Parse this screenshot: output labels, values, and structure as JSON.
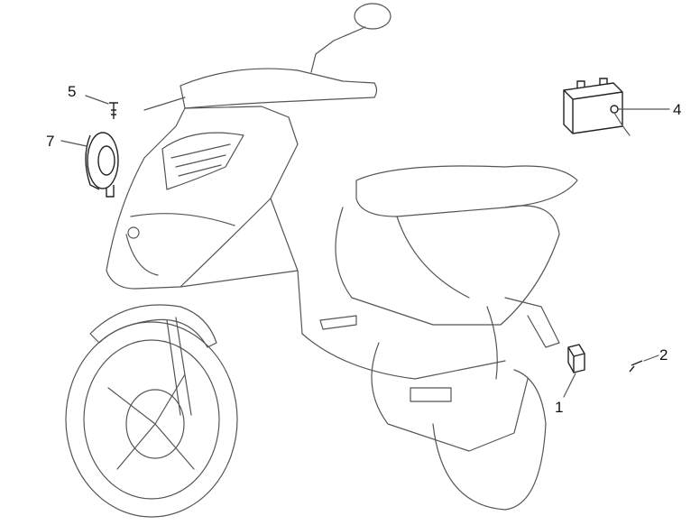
{
  "diagram": {
    "callouts": [
      {
        "id": "5",
        "label": "5",
        "part": "screw"
      },
      {
        "id": "7",
        "label": "7",
        "part": "horn"
      },
      {
        "id": "4",
        "label": "4",
        "part": "battery"
      },
      {
        "id": "2",
        "label": "2",
        "part": "screw"
      },
      {
        "id": "1",
        "label": "1",
        "part": "relay"
      }
    ],
    "line_color": "#555555",
    "background": "#ffffff"
  }
}
